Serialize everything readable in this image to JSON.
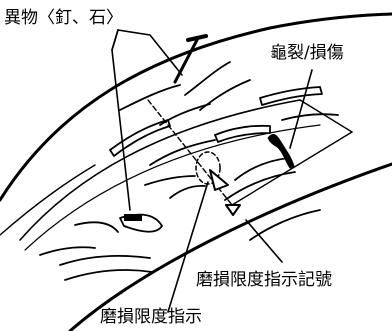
{
  "labels": {
    "foreign_object": "異物〈釘、石〉",
    "crack_damage": "龜裂/損傷",
    "wear_indicator_mark": "磨損限度指示記號",
    "wear_indicator": "磨損限度指示"
  },
  "colors": {
    "ink": "#000000",
    "background": "#ffffff"
  }
}
